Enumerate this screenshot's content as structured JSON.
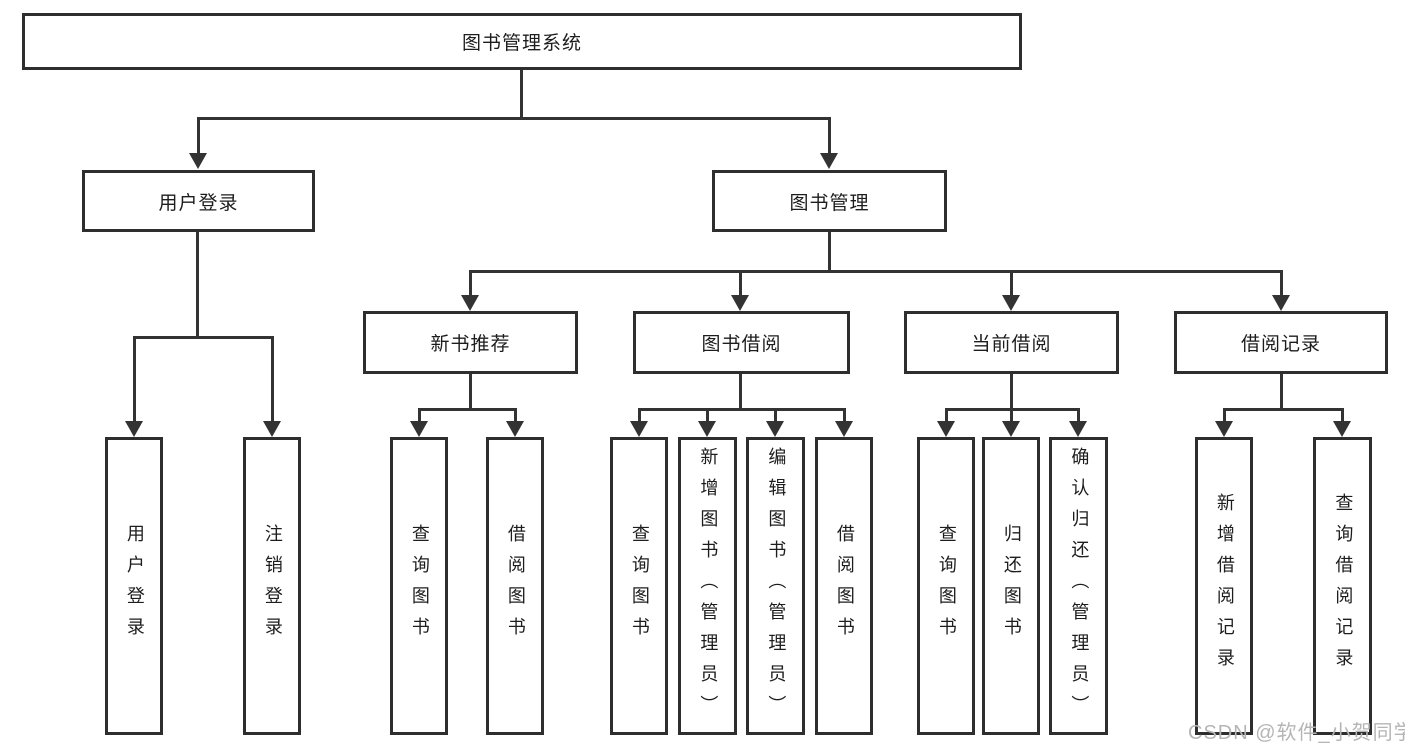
{
  "diagram": {
    "type": "functional-structure-tree",
    "colors": {
      "line": "#333333",
      "node_border": "#2e2e2e",
      "text": "#1d1d1d",
      "watermark": "#b5b5b5",
      "background": "#ffffff"
    }
  },
  "watermark": {
    "text": "CSDN @软件_小贺同学"
  },
  "tree": {
    "root": {
      "label": "图书管理系统",
      "children": [
        {
          "label": "用户登录",
          "children": [
            {
              "label": "用户登录"
            },
            {
              "label": "注销登录"
            }
          ]
        },
        {
          "label": "图书管理",
          "children": [
            {
              "label": "新书推荐",
              "children": [
                {
                  "label": "查询图书"
                },
                {
                  "label": "借阅图书"
                }
              ]
            },
            {
              "label": "图书借阅",
              "children": [
                {
                  "label": "查询图书"
                },
                {
                  "label": "新增图书（管理员）"
                },
                {
                  "label": "编辑图书（管理员）"
                },
                {
                  "label": "借阅图书"
                }
              ]
            },
            {
              "label": "当前借阅",
              "children": [
                {
                  "label": "查询图书"
                },
                {
                  "label": "归还图书"
                },
                {
                  "label": "确认归还（管理员）"
                }
              ]
            },
            {
              "label": "借阅记录",
              "children": [
                {
                  "label": "新增借阅记录"
                },
                {
                  "label": "查询借阅记录"
                }
              ]
            }
          ]
        }
      ]
    }
  }
}
